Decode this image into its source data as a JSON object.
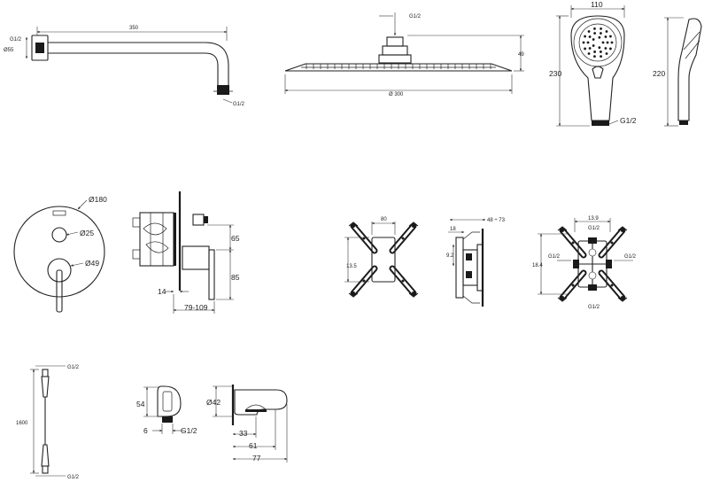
{
  "shower_arm": {
    "length": "350",
    "thread_top": "G1/2",
    "diameter": "Ø55",
    "thread_end": "G1/2"
  },
  "head_shower": {
    "thread": "G1/2",
    "height": "49",
    "diameter": "Ø 300"
  },
  "hand_shower_front": {
    "width": "110",
    "height": "230",
    "thread": "G1/2"
  },
  "hand_shower_side": {
    "height": "220"
  },
  "mixer_front": {
    "plate": "Ø180",
    "diverter": "Ø25",
    "handle": "Ø49"
  },
  "mixer_side": {
    "upper": "65",
    "lower": "85",
    "wall": "14",
    "depth": "79-109"
  },
  "box_front": {
    "width": "80",
    "height": "13.5"
  },
  "box_side": {
    "top": "18",
    "depth": "48 ÷ 73",
    "middle": "9.2"
  },
  "box_back": {
    "width": "13.9",
    "height": "18.4",
    "thread_top": "G1/2",
    "thread_left": "G1/2",
    "thread_right": "G1/2",
    "thread_bottom": "G1/2"
  },
  "hose": {
    "thread_top": "G1/2",
    "length": "1600",
    "thread_bottom": "G1/2"
  },
  "wall_outlet": {
    "height": "54",
    "depth": "6",
    "thread": "G1/2"
  },
  "holder": {
    "diameter": "Ø42",
    "a": "33",
    "b": "61",
    "c": "77"
  }
}
